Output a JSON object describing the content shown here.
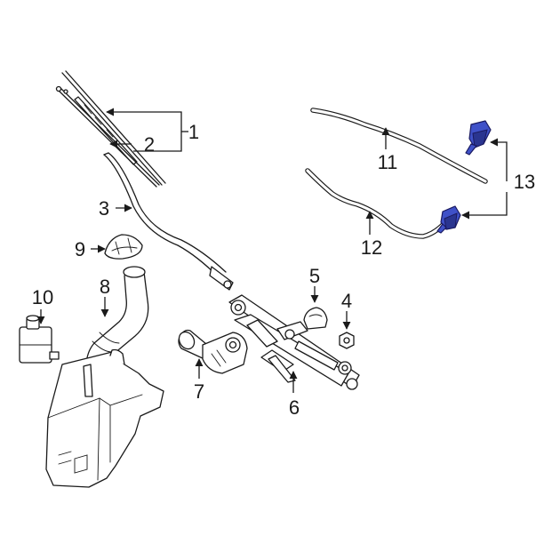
{
  "diagram": {
    "callouts": [
      {
        "id": "1",
        "label": "1"
      },
      {
        "id": "2",
        "label": "2"
      },
      {
        "id": "3",
        "label": "3"
      },
      {
        "id": "4",
        "label": "4"
      },
      {
        "id": "5",
        "label": "5"
      },
      {
        "id": "6",
        "label": "6"
      },
      {
        "id": "7",
        "label": "7"
      },
      {
        "id": "8",
        "label": "8"
      },
      {
        "id": "9",
        "label": "9"
      },
      {
        "id": "10",
        "label": "10"
      },
      {
        "id": "11",
        "label": "11"
      },
      {
        "id": "12",
        "label": "12"
      },
      {
        "id": "13",
        "label": "13"
      }
    ],
    "colors": {
      "line": "#1a1a1a",
      "highlight": "#3f51c8",
      "background": "#ffffff"
    }
  }
}
